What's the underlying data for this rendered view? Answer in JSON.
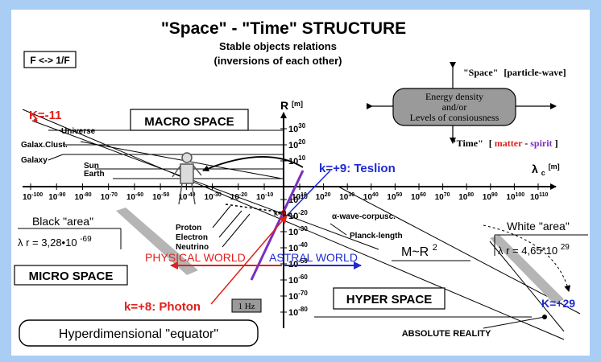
{
  "title": "\"Space\" - \"Time\"  STRUCTURE",
  "subtitle_line1": "Stable objects relations",
  "subtitle_line2": "(inversions of each other)",
  "inversion_box": "F <-> 1/F",
  "axes": {
    "y_label": "R",
    "y_unit": "[m]",
    "x_label": "λ",
    "x_sub": "c",
    "x_unit": "[m]",
    "x_ticks": [
      {
        "b": "10",
        "e": "-100"
      },
      {
        "b": "10",
        "e": "-90"
      },
      {
        "b": "10",
        "e": "-80"
      },
      {
        "b": "10",
        "e": "-70"
      },
      {
        "b": "10",
        "e": "-60"
      },
      {
        "b": "10",
        "e": "-50"
      },
      {
        "b": "10",
        "e": "-40"
      },
      {
        "b": "10",
        "e": "-30"
      },
      {
        "b": "10",
        "e": "-20"
      },
      {
        "b": "10",
        "e": "-10"
      },
      {
        "b": "10",
        "e": "10"
      },
      {
        "b": "10",
        "e": "20"
      },
      {
        "b": "10",
        "e": "30"
      },
      {
        "b": "10",
        "e": "40"
      },
      {
        "b": "10",
        "e": "50"
      },
      {
        "b": "10",
        "e": "60"
      },
      {
        "b": "10",
        "e": "70"
      },
      {
        "b": "10",
        "e": "80"
      },
      {
        "b": "10",
        "e": "90"
      },
      {
        "b": "10",
        "e": "100"
      },
      {
        "b": "10",
        "e": "110"
      }
    ],
    "y_ticks_upper": [
      {
        "b": "10",
        "e": "30"
      },
      {
        "b": "10",
        "e": "20"
      },
      {
        "b": "10",
        "e": "10"
      }
    ],
    "y_ticks_lower": [
      {
        "b": "10",
        "e": "-10"
      },
      {
        "b": "10",
        "e": "-20"
      },
      {
        "b": "10",
        "e": "-30"
      },
      {
        "b": "10",
        "e": "-40"
      },
      {
        "b": "10",
        "e": "-50"
      },
      {
        "b": "10",
        "e": "-60"
      },
      {
        "b": "10",
        "e": "-70"
      },
      {
        "b": "10",
        "e": "-80"
      }
    ],
    "y_overlap_text": "k=0"
  },
  "energy_box": {
    "line1": "Energy density",
    "line2": "and/or",
    "line3": "Levels of consiousness"
  },
  "space_label": {
    "quoted": "\"Space\"",
    "bracket": "[particle-wave]"
  },
  "time_label": {
    "quoted": "\"Time\"",
    "open": "[",
    "matter": "matter",
    "dash": " - ",
    "spirit": "spirit",
    "close": "]"
  },
  "regions": {
    "macro": "MACRO SPACE",
    "micro": "MICRO SPACE",
    "hyper": "HYPER SPACE",
    "black_area": "Black \"area\"",
    "white_area": "White \"area\"",
    "absolute": "ABSOLUTE REALITY",
    "physical": "PHYSICAL WORLD",
    "astral": "ASTRAL WORLD",
    "equator": "Hyperdimensional \"equator\""
  },
  "k_labels": {
    "k_minus11": "K=-11",
    "k_plus9": "k=+9: Teslion",
    "k_plus8": "k=+8: Photon",
    "k_plus29": "K=+29"
  },
  "formulas": {
    "black": {
      "base": "λ r = 3,28•10",
      "exp": "-69"
    },
    "white": {
      "base": "λ r = 4,65*10",
      "exp": "29"
    },
    "mr": {
      "base": "M~R",
      "exp": "2"
    }
  },
  "objects": {
    "universe": "Universe",
    "galax_clust": "Galax.Clust.",
    "galaxy": "Galaxy",
    "sun": "Sun",
    "earth": "Earth",
    "proton": "Proton",
    "electron": "Electron",
    "neutrino": "Neutrino",
    "alpha_wave": "α-wave-corpusc.",
    "planck": "Planck-length",
    "one_hz": "1 Hz"
  },
  "colors": {
    "red": "#e0201c",
    "blue": "#1f2bd0",
    "purple": "#7a2fc0",
    "gray_box": "#9a9a9a",
    "background": "#a9cdf3"
  }
}
